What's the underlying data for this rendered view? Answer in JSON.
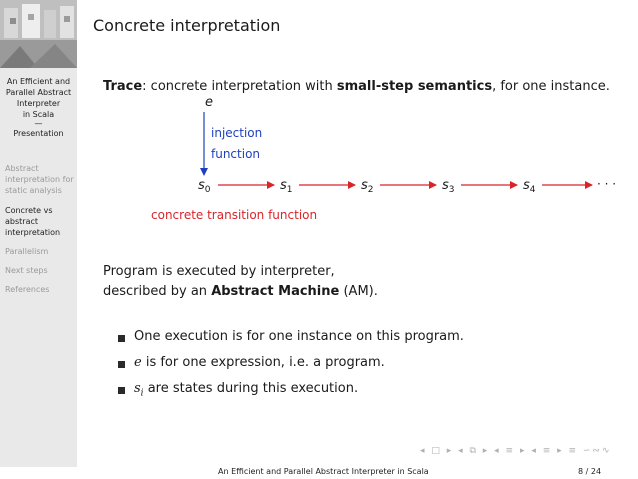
{
  "sidebar": {
    "presentation_title": [
      "An Efficient and",
      "Parallel Abstract",
      "Interpreter",
      "in Scala"
    ],
    "separator": "—",
    "subtitle": "Presentation",
    "sections": [
      {
        "lines": [
          "Abstract",
          "interpretation for",
          "static analysis"
        ],
        "active": false
      },
      {
        "lines": [
          "Concrete vs",
          "abstract",
          "interpretation"
        ],
        "active": true
      },
      {
        "lines": [
          "Parallelism"
        ],
        "active": false
      },
      {
        "lines": [
          "Next steps"
        ],
        "active": false
      },
      {
        "lines": [
          "References"
        ],
        "active": false
      }
    ]
  },
  "slide": {
    "title": "Concrete interpretation",
    "trace_label": "Trace",
    "trace_text_1": ": concrete interpretation with ",
    "trace_bold": "small-step semantics",
    "trace_text_2": ", for one instance.",
    "diagram": {
      "expr": "e",
      "injection_line1": "injection",
      "injection_line2": "function",
      "states": [
        "s",
        "s",
        "s",
        "s",
        "s"
      ],
      "state_subscripts": [
        "0",
        "1",
        "2",
        "3",
        "4"
      ],
      "ellipsis": "· · ·",
      "transition_label": "concrete transition function"
    },
    "para_line1": "Program is executed by interpreter,",
    "para_line2_pre": "described by an ",
    "para_line2_bold": "Abstract Machine",
    "para_line2_post": " (AM).",
    "bullets": [
      {
        "math": "",
        "text": "One execution is for one instance on this program."
      },
      {
        "math": "e",
        "text": " is for one expression, i.e. a program."
      },
      {
        "math": "s",
        "sub": "i",
        "text": " are states during this execution."
      }
    ]
  },
  "footer": {
    "title": "An Efficient and Parallel Abstract Interpreter in Scala",
    "page": "8 / 24",
    "nav_symbols": "◂ □ ▸ ◂ ⧉ ▸ ◂ ≡ ▸ ◂ ≡ ▸ ≡ ∽∾∿"
  },
  "colors": {
    "accent_blue": "#1f3fbf",
    "accent_red": "#d8252a",
    "sidebar_bg": "#e9e9e9"
  }
}
